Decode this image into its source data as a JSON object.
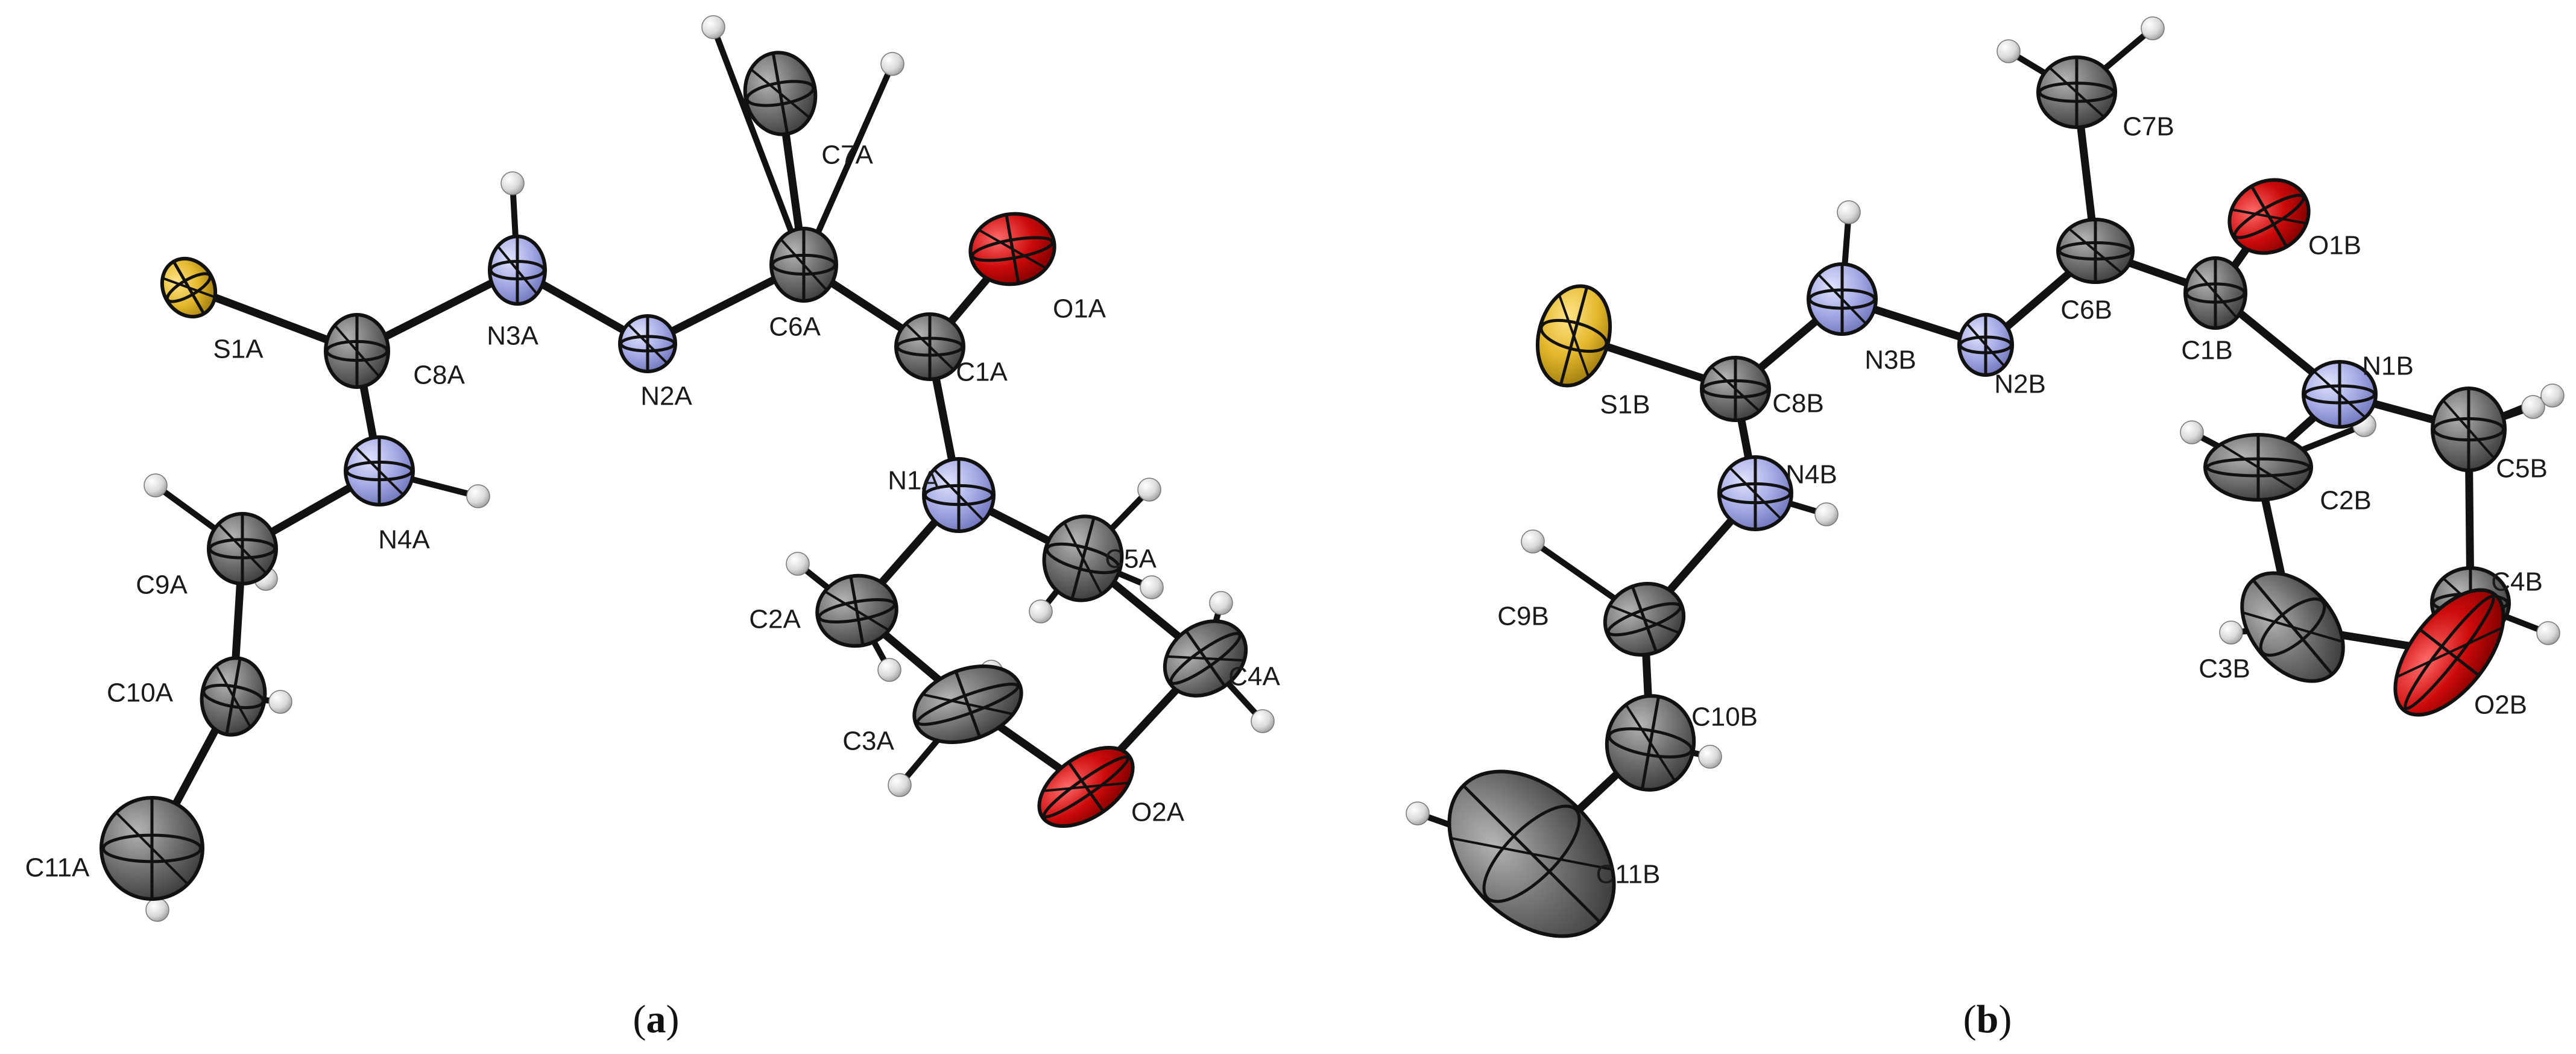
{
  "colors": {
    "C": "#6e6e6e",
    "N": "#a9aee6",
    "O": "#cc0a0a",
    "S": "#e3b72c",
    "H": "#e2e2e2",
    "bond": "#111111",
    "background": "#ffffff"
  },
  "panels": [
    {
      "caption": {
        "open": "(",
        "letter": "a",
        "close": ")"
      },
      "atoms": [
        {
          "el": "S",
          "label": "S1A"
        },
        {
          "el": "C",
          "label": "C8A"
        },
        {
          "el": "N",
          "label": "N3A"
        },
        {
          "el": "N",
          "label": "N2A"
        },
        {
          "el": "C",
          "label": "C6A"
        },
        {
          "el": "C",
          "label": "C7A"
        },
        {
          "el": "C",
          "label": "C1A"
        },
        {
          "el": "O",
          "label": "O1A"
        },
        {
          "el": "N",
          "label": "N1A"
        },
        {
          "el": "C",
          "label": "C5A"
        },
        {
          "el": "C",
          "label": "C4A"
        },
        {
          "el": "O",
          "label": "O2A"
        },
        {
          "el": "C",
          "label": "C3A"
        },
        {
          "el": "C",
          "label": "C2A"
        },
        {
          "el": "N",
          "label": "N4A"
        },
        {
          "el": "C",
          "label": "C9A"
        },
        {
          "el": "C",
          "label": "C10A"
        },
        {
          "el": "C",
          "label": "C11A"
        }
      ]
    },
    {
      "caption": {
        "open": "(",
        "letter": "b",
        "close": ")"
      },
      "atoms": [
        {
          "el": "S",
          "label": "S1B"
        },
        {
          "el": "C",
          "label": "C8B"
        },
        {
          "el": "N",
          "label": "N3B"
        },
        {
          "el": "N",
          "label": "N2B"
        },
        {
          "el": "C",
          "label": "C6B"
        },
        {
          "el": "C",
          "label": "C7B"
        },
        {
          "el": "C",
          "label": "C1B"
        },
        {
          "el": "O",
          "label": "O1B"
        },
        {
          "el": "N",
          "label": "N1B"
        },
        {
          "el": "C",
          "label": "C5B"
        },
        {
          "el": "C",
          "label": "C4B"
        },
        {
          "el": "O",
          "label": "O2B"
        },
        {
          "el": "C",
          "label": "C3B"
        },
        {
          "el": "C",
          "label": "C2B"
        },
        {
          "el": "N",
          "label": "N4B"
        },
        {
          "el": "C",
          "label": "C9B"
        },
        {
          "el": "C",
          "label": "C10B"
        },
        {
          "el": "C",
          "label": "C11B"
        }
      ]
    }
  ]
}
